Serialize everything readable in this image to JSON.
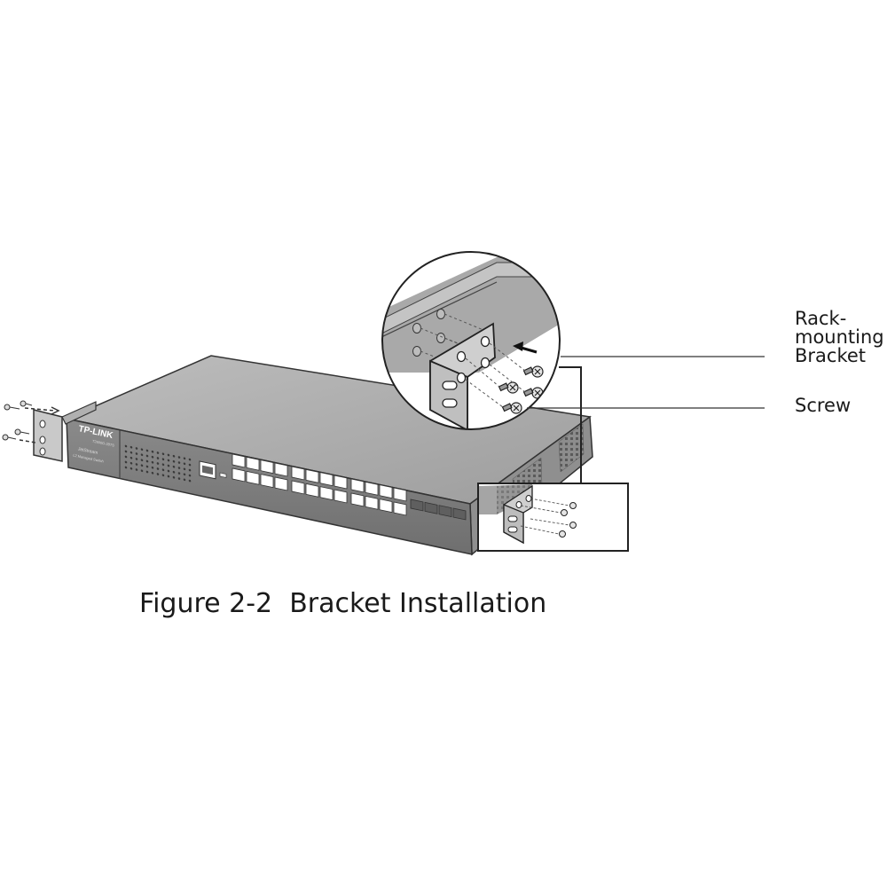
{
  "labels": {
    "rack_bracket": "Rack-\nmounting\nBracket",
    "screw": "Screw"
  },
  "device": {
    "brand": "TP-LINK",
    "model": "T2600G-28TS",
    "series": "JetStream",
    "description": "L2 Managed Switch"
  },
  "caption": "Figure 2-2  Bracket Installation"
}
